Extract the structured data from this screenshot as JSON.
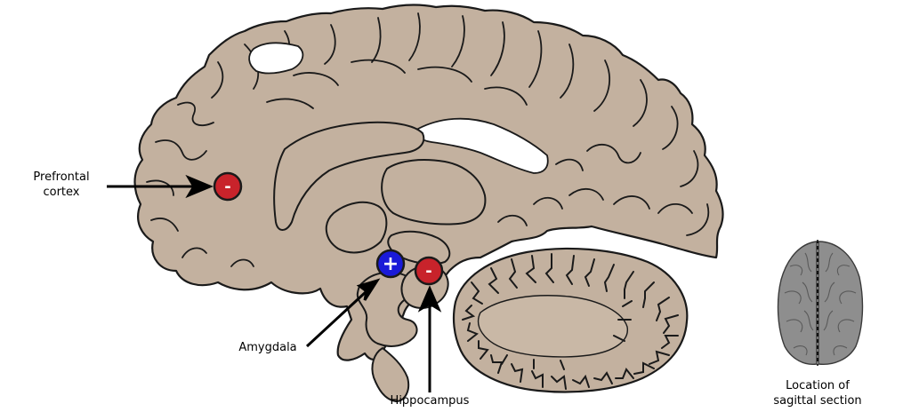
{
  "labels": {
    "prefrontal_line1": "Prefrontal",
    "prefrontal_line2": "cortex",
    "amygdala": "Amygdala",
    "hippocampus": "Hippocampus",
    "location_line1": "Location of",
    "location_line2": "sagittal section"
  },
  "markers": {
    "prefrontal": "-",
    "amygdala": "+",
    "hippocampus": "-"
  },
  "colors": {
    "tissue": "#c3b19f",
    "outline": "#1a1a1a",
    "negative_marker": "#c8232b",
    "positive_marker": "#1a1ad8",
    "brain_top_view": "#8e8e8e"
  }
}
